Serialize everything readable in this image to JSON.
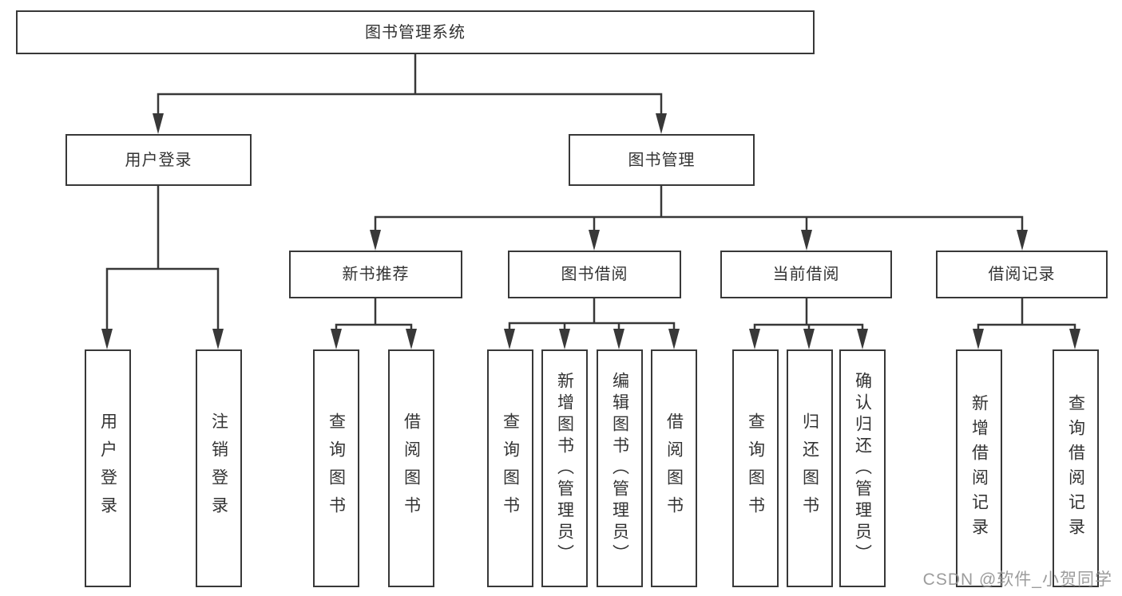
{
  "diagram": {
    "line_color": "#383838",
    "background": "#ffffff",
    "tree": {
      "root": "图书管理系统",
      "branches": [
        {
          "label": "用户登录",
          "leaves": [
            "用户登录",
            "注销登录"
          ]
        },
        {
          "label": "图书管理",
          "children": [
            {
              "label": "新书推荐",
              "leaves": [
                "查询图书",
                "借阅图书"
              ]
            },
            {
              "label": "图书借阅",
              "leaves": [
                "查询图书",
                "新增图书（管理员）",
                "编辑图书（管理员）",
                "借阅图书"
              ]
            },
            {
              "label": "当前借阅",
              "leaves": [
                "查询图书",
                "归还图书",
                "确认归还（管理员）"
              ]
            },
            {
              "label": "借阅记录",
              "leaves": [
                "新增借阅记录",
                "查询借阅记录"
              ]
            }
          ]
        }
      ]
    }
  },
  "watermark": {
    "text": "CSDN @软件_小贺同学"
  }
}
